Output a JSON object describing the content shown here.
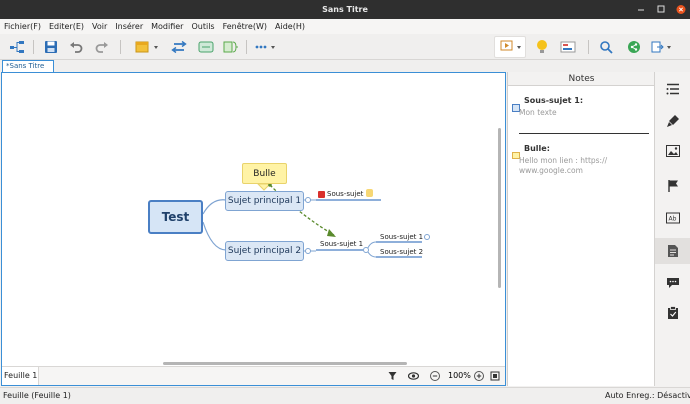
{
  "window": {
    "title": "Sans Titre"
  },
  "menu": [
    "Fichier(F)",
    "Editer(E)",
    "Voir",
    "Insérer",
    "Modifier",
    "Outils",
    "Fenêtre(W)",
    "Aide(H)"
  ],
  "document_tab": {
    "label": "*Sans Titre",
    "close": "×"
  },
  "map": {
    "central": "Test",
    "main_topics": [
      "Sujet principal  1",
      "Sujet principal  2"
    ],
    "callout": "Bulle",
    "subtopic_1": "Sous-sujet  1",
    "subtopic_2": "Sous-sujet  1",
    "subtopic_2_children": [
      "Sous-sujet  1",
      "Sous-sujet  2"
    ]
  },
  "notes": {
    "header": "Notes",
    "items": [
      {
        "title": "Sous-sujet  1:",
        "body": "Mon texte"
      },
      {
        "title": "Bulle:",
        "body_line1": "Hello mon lien : https://",
        "body_line2": "www.google.com"
      }
    ]
  },
  "sheet": {
    "tab_label": "Feuille  1",
    "zoom": "100%"
  },
  "status": {
    "left": "Feuille (Feuille  1)",
    "right": "Auto Enreg.: Désactivé"
  },
  "colors": {
    "accent": "#3b8fd6",
    "central_border": "#4a7fc4",
    "callout_fill": "#fff3a6",
    "relation": "#5a8a2c"
  }
}
